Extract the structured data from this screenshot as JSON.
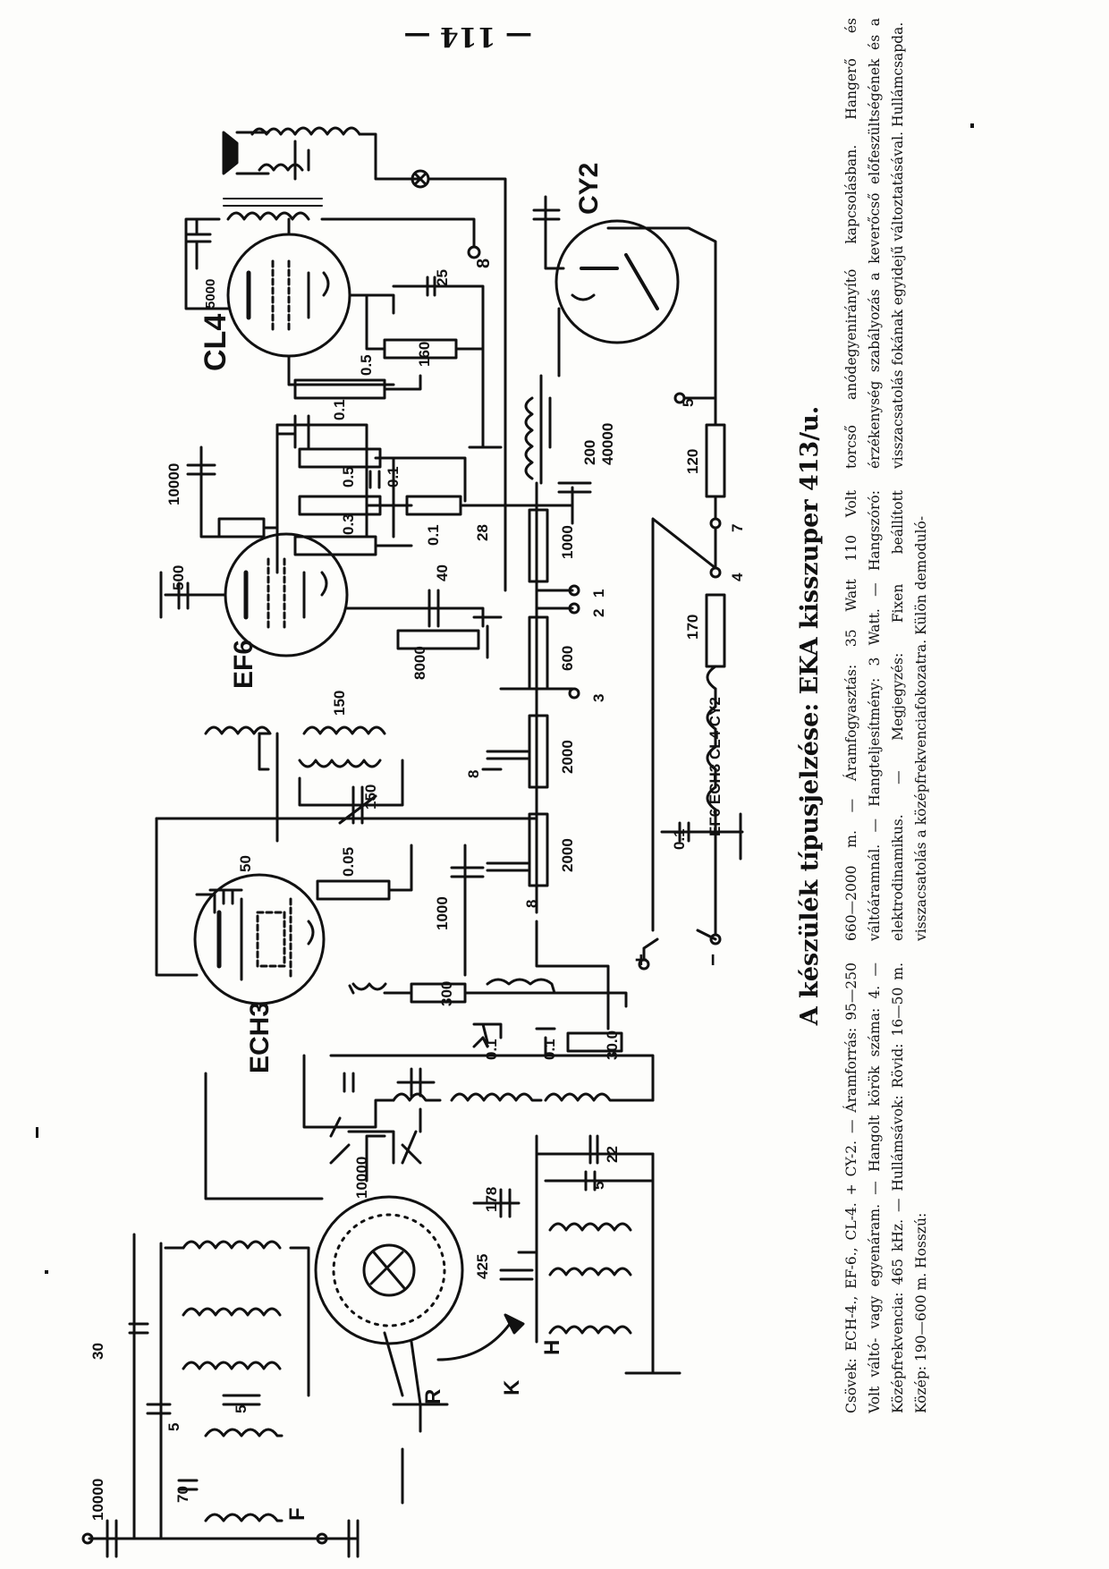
{
  "page_number": "— 114 —",
  "caption": {
    "title": "A készülék típusjelzése: EKA kisszuper 413/u.",
    "paragraphs": [
      "Csövek: ECH-4., EF-6., CL-4. + CY-2. — Áramforrás: 95—250 Volt váltó- vagy egyenáram. — Hangolt körök száma: 4. — Középfrekvencia: 465 kHz. — Hullámsávok: Rövid: 16—50 m. Közép: 190—600 m. Hosszú:",
      "660—2000 m. — Áramfogyasztás: 35 Watt 110 Volt váltóáramnál. — Hangteljesítmény: 3 Watt. — Hangszóró: elektrodinamikus. — Megjegyzés: Fixen beállított visszacsatolás a középfrekvenciafokozatra. Külön demoduló-",
      "torcső anódegyenirányító kapcsolásban. Hangerő és érzékenység szabályozás a keverőcső előfeszültségének és a visszacsatolás fokának egyidejű változtatásával. Hullámcsapda."
    ]
  },
  "tubes": [
    "CL4",
    "EF6",
    "ECH3",
    "CY2"
  ],
  "switch_labels": [
    "K",
    "H",
    "R",
    "F"
  ],
  "terminals": [
    "8",
    "5",
    "7",
    "4",
    "1",
    "2",
    "3",
    "+",
    "-"
  ],
  "filament_chain": [
    "EF6",
    "ECH3",
    "CL4",
    "CY2"
  ],
  "component_values": {
    "output": [
      "5000",
      "25",
      "160",
      "0.5",
      "8",
      "28"
    ],
    "af_stage": [
      "10000",
      "0.1",
      "0.5",
      "0.3",
      "0.1",
      "0.5",
      "500",
      "40",
      "8000",
      "150",
      "200",
      "40000"
    ],
    "power": [
      "1000",
      "600",
      "2000",
      "2000",
      "8",
      "8",
      "28",
      "120",
      "170",
      "0.1"
    ],
    "mixer": [
      "50",
      "0.05",
      "1000",
      "150",
      "300",
      "0.1",
      "0.1",
      "30.0",
      "10000"
    ],
    "input": [
      "10000",
      "30",
      "5",
      "5",
      "70",
      "22",
      "5",
      "178",
      "425"
    ]
  }
}
